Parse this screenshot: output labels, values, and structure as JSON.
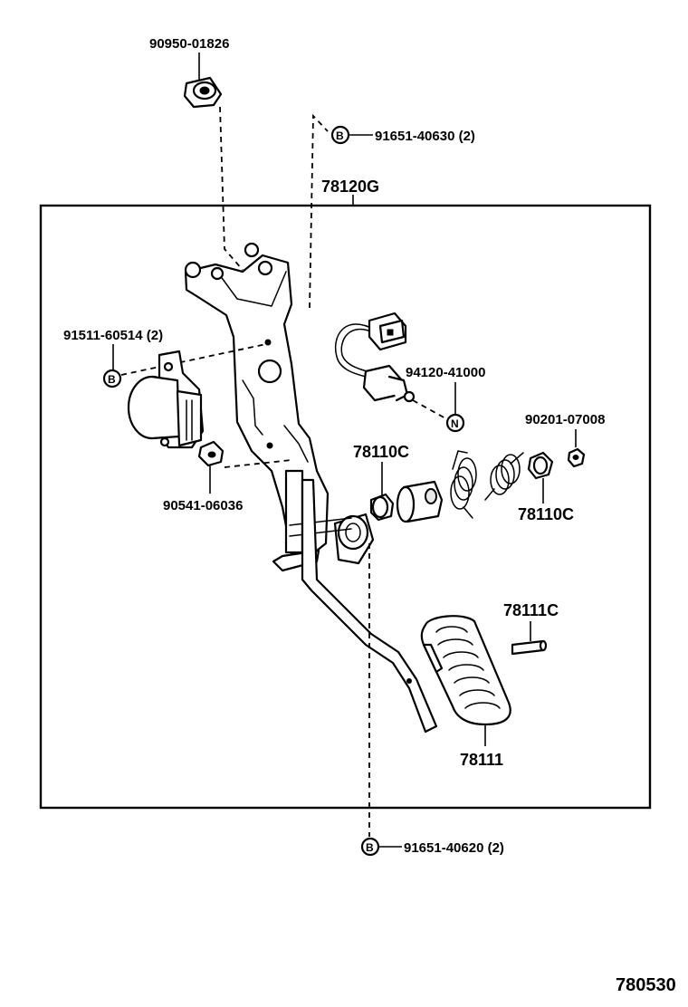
{
  "diagram_id": "780530",
  "assembly": {
    "part_no": "78120G"
  },
  "parts": {
    "bushing_top": "90950-01826",
    "bolt_b_top": "91651-40630 (2)",
    "bolt_b_left": "91511-60514 (2)",
    "nut_sensor": "90541-06036",
    "harness": "94120-41000",
    "nut_small": "90201-07008",
    "bush_left": "78110C",
    "bush_right": "78110C",
    "pin": "78111C",
    "pad": "78111",
    "bolt_b_bottom": "91651-40620 (2)"
  },
  "markers": {
    "b": "B",
    "n": "N"
  }
}
